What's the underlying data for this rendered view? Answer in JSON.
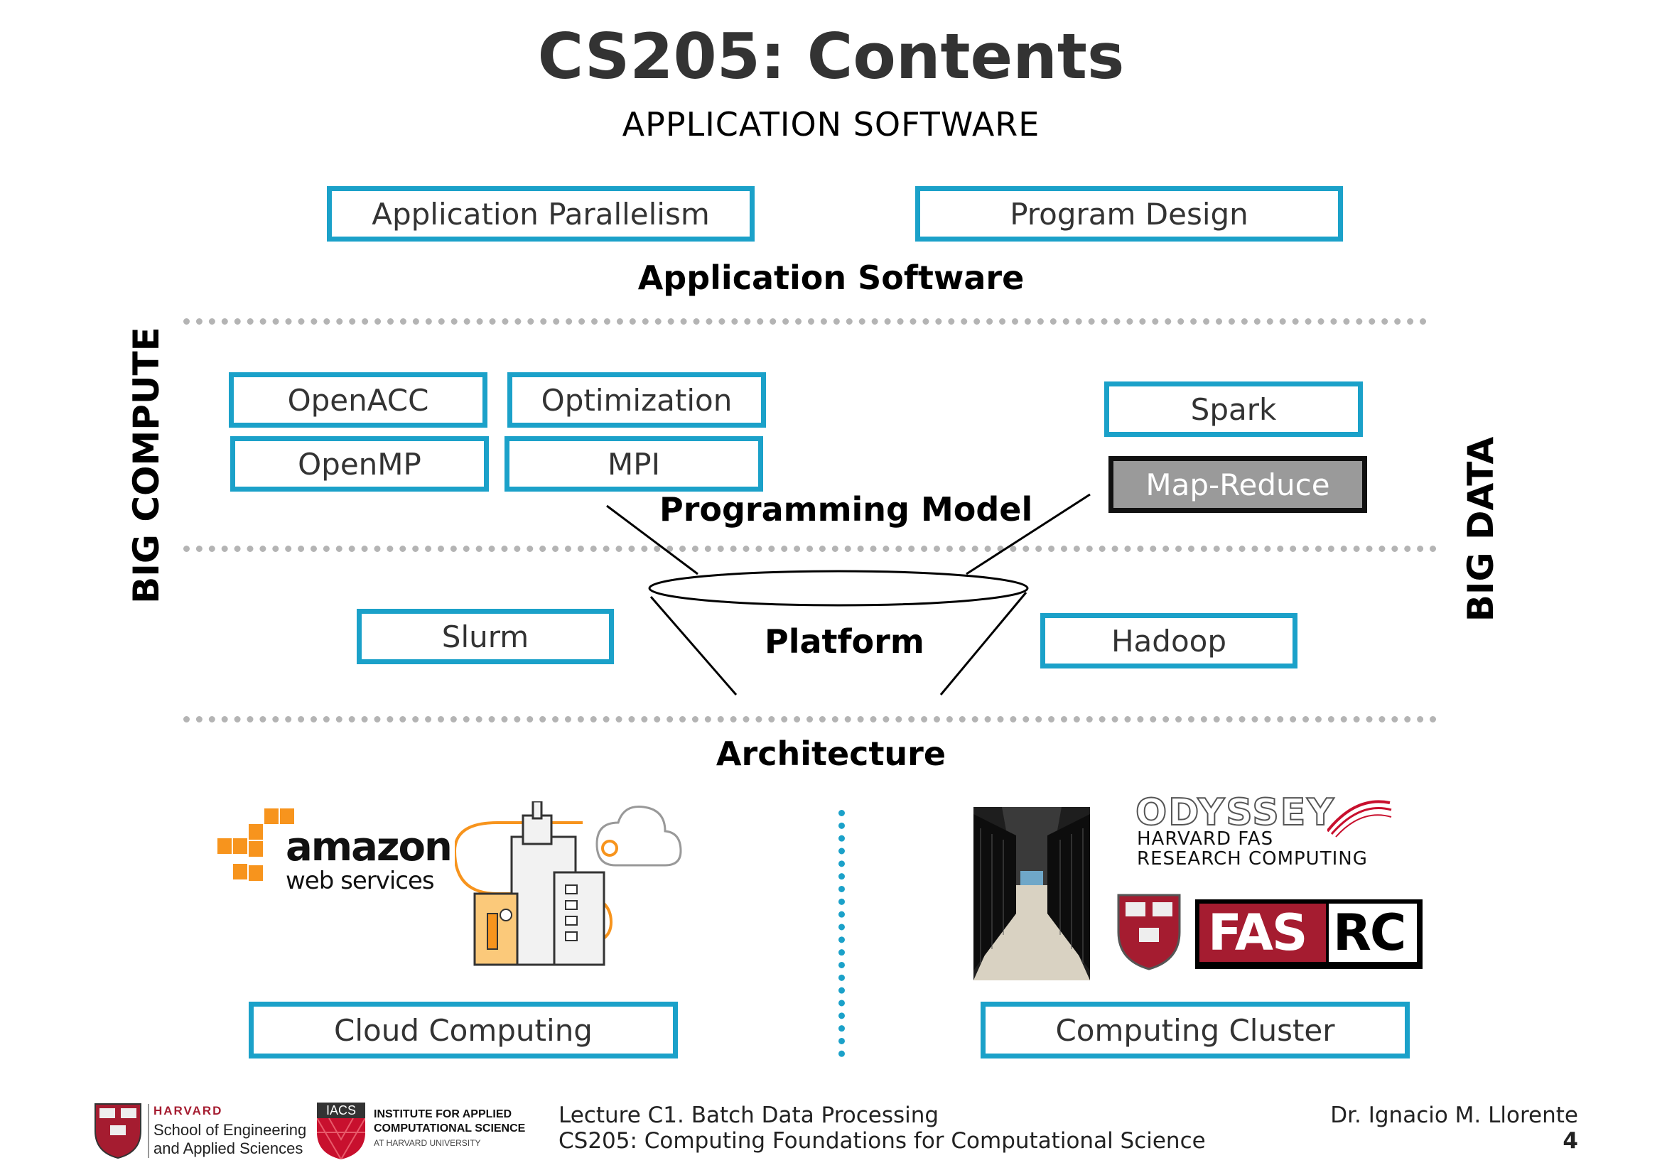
{
  "slide": {
    "title": "CS205: Contents",
    "subtitle": "APPLICATION SOFTWARE"
  },
  "layers": {
    "application": "Application Software",
    "programming": "Programming Model",
    "platform": "Platform",
    "architecture": "Architecture"
  },
  "sides": {
    "left": "BIG COMPUTE",
    "right": "BIG DATA"
  },
  "boxes": {
    "app_parallelism": "Application Parallelism",
    "program_design": "Program Design",
    "openacc": "OpenACC",
    "optimization": "Optimization",
    "openmp": "OpenMP",
    "mpi": "MPI",
    "spark": "Spark",
    "mapreduce": "Map-Reduce",
    "slurm": "Slurm",
    "hadoop": "Hadoop",
    "cloud": "Cloud Computing",
    "cluster": "Computing Cluster"
  },
  "logos": {
    "amazon": "amazon",
    "webservices": "web services",
    "odyssey": "ODYSSEY",
    "harvard_fas": "HARVARD FAS",
    "research": "RESEARCH COMPUTING",
    "fas": "FAS",
    "rc": "RC"
  },
  "footer": {
    "harvard_word": "HARVARD",
    "seas_line1": "School of Engineering",
    "seas_line2": "and Applied Sciences",
    "iacs_badge": "IACS",
    "iacs_line1": "INSTITUTE FOR APPLIED",
    "iacs_line2": "COMPUTATIONAL SCIENCE",
    "iacs_line3": "AT HARVARD UNIVERSITY",
    "lecture": "Lecture C1. Batch Data Processing",
    "course": "CS205: Computing Foundations for Computational Science",
    "author": "Dr. Ignacio M. Llorente",
    "page": "4"
  },
  "colors": {
    "box_border": "#1ba1c9",
    "highlight_bg": "#9a9a9a",
    "aws_orange": "#f7941d"
  }
}
